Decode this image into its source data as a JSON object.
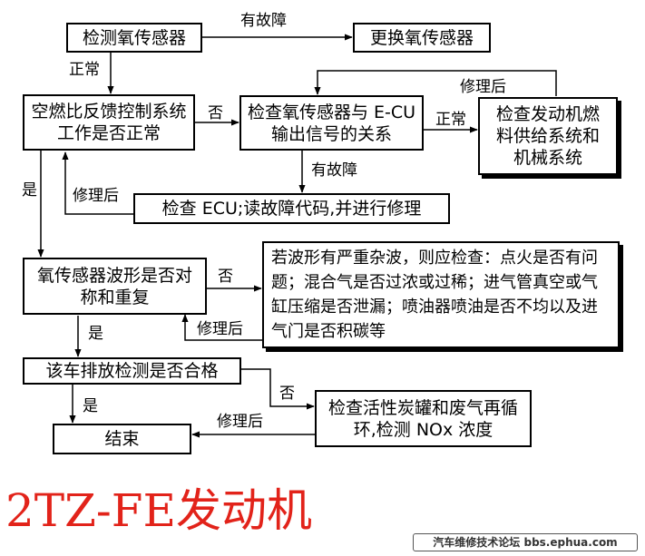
{
  "nodes": {
    "check_o2": "检测氧传感器",
    "replace_o2": "更换氧传感器",
    "afr_feedback": "空燃比反馈控制系统工作是否正常",
    "o2_ecu_relation": "检查氧传感器与 E-CU 输出信号的关系",
    "engine_fuel": "检查发动机燃料供给系统和机械系统",
    "check_ecu": "检查 ECU;读故障代码,并进行修理",
    "waveform": "氧传感器波形是否对称和重复",
    "noise_check": "若波形有严重杂波，则应检查：点火是否有问题；混合气是否过浓或过稀；进气管真空或气缸压缩是否泄漏；喷油器喷油是否不均以及进气门是否积碳等",
    "emission": "该车排放检测是否合格",
    "canister_egr": "检查活性炭罐和废气再循环,检测 NOx 浓度",
    "end": "结束"
  },
  "labels": {
    "fault_top": "有故障",
    "normal_left": "正常",
    "repaired_top": "修理后",
    "no_1": "否",
    "normal_right": "正常",
    "fault_mid": "有故障",
    "yes_1": "是",
    "repaired_ecu": "修理后",
    "no_2": "否",
    "repaired_wave": "修理后",
    "yes_2": "是",
    "no_3": "否",
    "yes_3": "是",
    "repaired_end": "修理后"
  },
  "title": "2TZ-FE发动机",
  "watermark": "汽车维修技术论坛 bbs.ephua.com",
  "colors": {
    "title": "#e2231a",
    "line": "#000000"
  }
}
